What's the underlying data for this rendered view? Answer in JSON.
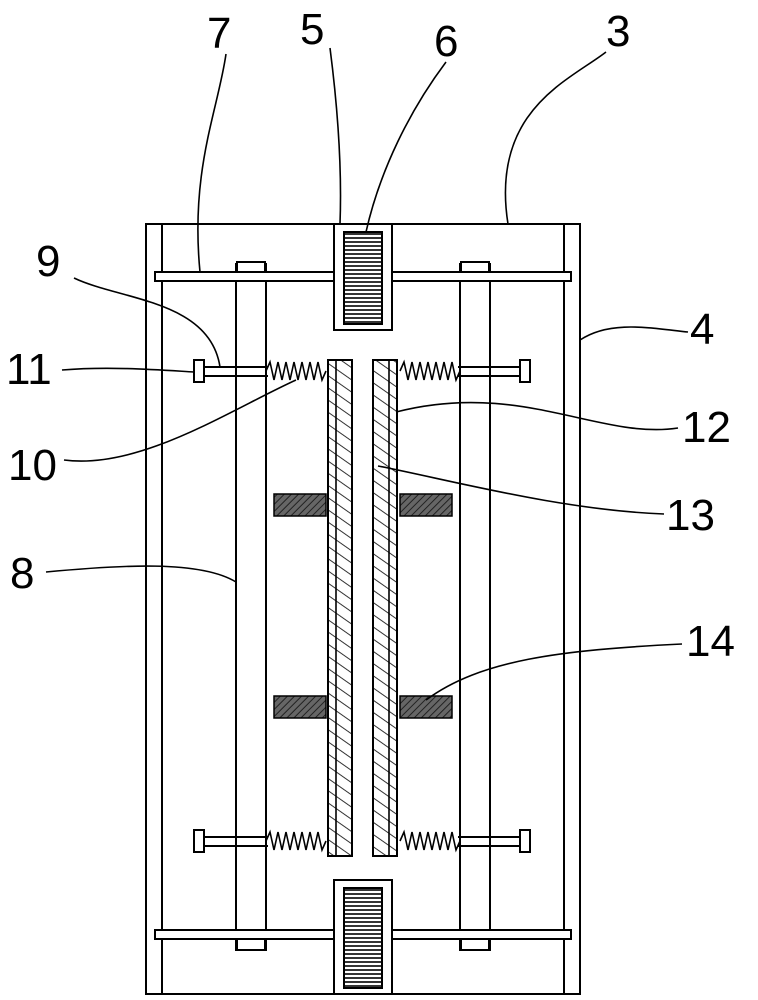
{
  "figure": {
    "labels": [
      {
        "id": "label-7",
        "text": "7"
      },
      {
        "id": "label-5",
        "text": "5"
      },
      {
        "id": "label-6",
        "text": "6"
      },
      {
        "id": "label-3",
        "text": "3"
      },
      {
        "id": "label-9",
        "text": "9"
      },
      {
        "id": "label-4",
        "text": "4"
      },
      {
        "id": "label-11",
        "text": "11"
      },
      {
        "id": "label-12",
        "text": "12"
      },
      {
        "id": "label-10",
        "text": "10"
      },
      {
        "id": "label-13",
        "text": "13"
      },
      {
        "id": "label-8",
        "text": "8"
      },
      {
        "id": "label-14",
        "text": "14"
      }
    ]
  },
  "colors": {
    "line": "#000000",
    "hatch": "#333333",
    "background": "#ffffff"
  }
}
